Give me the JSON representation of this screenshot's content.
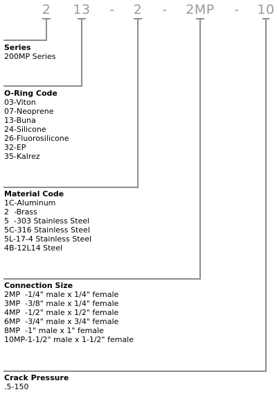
{
  "code_segments": [
    {
      "id": "seg-series",
      "text": "2"
    },
    {
      "id": "seg-oring",
      "text": "13"
    },
    {
      "id": "seg-dash-1",
      "text": "-"
    },
    {
      "id": "seg-material",
      "text": "2"
    },
    {
      "id": "seg-dash-2",
      "text": "-"
    },
    {
      "id": "seg-connection",
      "text": "2MP"
    },
    {
      "id": "seg-dash-3",
      "text": "-"
    },
    {
      "id": "seg-crack",
      "text": "10"
    }
  ],
  "sections": [
    {
      "id": "series",
      "title": "Series",
      "lines": [
        "200MP Series"
      ]
    },
    {
      "id": "oring",
      "title": "O-Ring Code",
      "lines": [
        "03-Viton",
        "07-Neoprene",
        "13-Buna",
        "24-Silicone",
        "26-Fluorosilicone",
        "32-EP",
        "35-Kalrez"
      ]
    },
    {
      "id": "material",
      "title": "Material Code",
      "lines": [
        "1C-Aluminum",
        "2  -Brass",
        "5  -303 Stainless Steel",
        "5C-316 Stainless Steel",
        "5L-17-4 Stainless Steel",
        "4B-12L14 Steel"
      ]
    },
    {
      "id": "connection",
      "title": "Connection Size",
      "lines": [
        "2MP  -1/4\" male x 1/4\" female",
        "3MP  -3/8\" male x 1/4\" female",
        "4MP  -1/2\" male x 1/2\" female",
        "6MP  -3/4\" male x 3/4\" female",
        "8MP  -1\" male x 1\" female",
        "10MP-1-1/2\" male x 1-1/2\" female"
      ]
    },
    {
      "id": "crack",
      "title": "Crack Pressure",
      "lines": [
        ".5-150"
      ]
    }
  ],
  "colors": {
    "line": "#8c8c8c",
    "code_text": "#9a9a9a",
    "text": "#000000"
  }
}
